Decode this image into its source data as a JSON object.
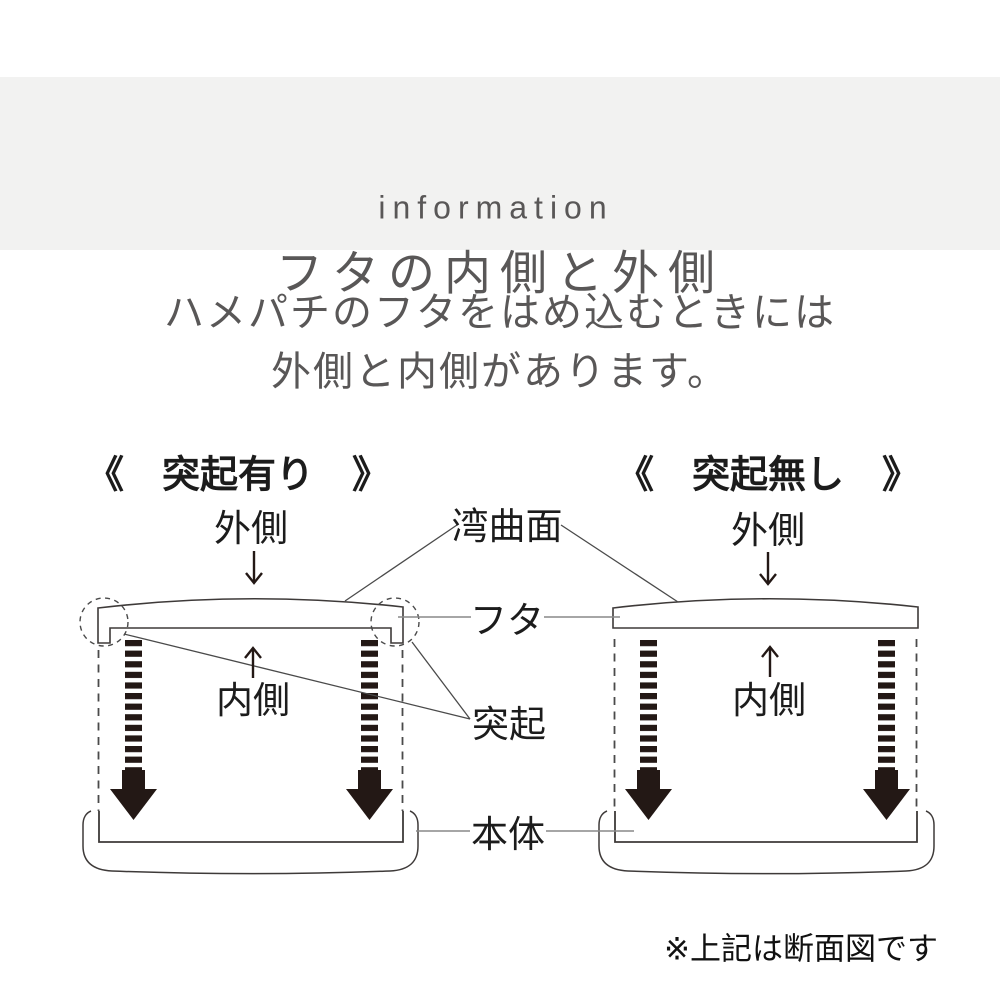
{
  "header": {
    "eyebrow": "information",
    "title": "フタの内側と外側",
    "background": "#f2f2f1",
    "text_color": "#595757"
  },
  "intro": {
    "line1": "ハメパチのフタをはめ込むときには",
    "line2": "外側と内側があります。"
  },
  "diagram_left": {
    "title": "《　突起有り　》",
    "outer_label": "外側",
    "inner_label": "内側"
  },
  "diagram_right": {
    "title": "《　突起無し　》",
    "outer_label": "外側",
    "inner_label": "内側"
  },
  "callouts": {
    "curved_surface": "湾曲面",
    "lid": "フタ",
    "protrusion": "突起",
    "body": "本体"
  },
  "note": "※上記は断面図です",
  "colors": {
    "outline": "#3e3a39",
    "arrow_black": "#231815",
    "connector_gray": "#898989",
    "pointer_gray": "#4a4a4a",
    "header_bg": "#f2f2f1",
    "header_text": "#595757",
    "label_text": "#1c1c1c"
  }
}
